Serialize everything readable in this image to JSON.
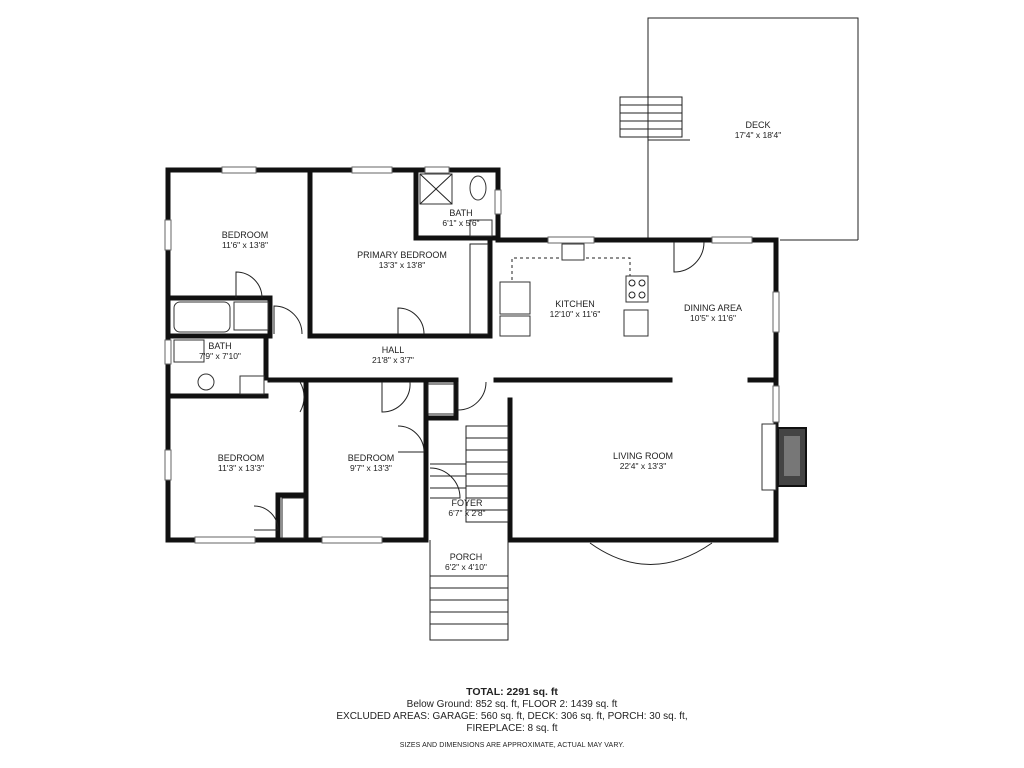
{
  "rooms": {
    "deck": {
      "label": "DECK",
      "dims": "17'4\" x 18'4\""
    },
    "bath_upper": {
      "label": "BATH",
      "dims": "6'1\" x 5'6\""
    },
    "bedroom_nw": {
      "label": "BEDROOM",
      "dims": "11'6\" x 13'8\""
    },
    "primary_bedroom": {
      "label": "PRIMARY BEDROOM",
      "dims": "13'3\" x 13'8\""
    },
    "kitchen": {
      "label": "KITCHEN",
      "dims": "12'10\" x 11'6\""
    },
    "dining_area": {
      "label": "DINING AREA",
      "dims": "10'5\" x 11'6\""
    },
    "bath_west": {
      "label": "BATH",
      "dims": "7'9\" x 7'10\""
    },
    "hall": {
      "label": "HALL",
      "dims": "21'8\" x 3'7\""
    },
    "bedroom_sw": {
      "label": "BEDROOM",
      "dims": "11'3\" x 13'3\""
    },
    "bedroom_s": {
      "label": "BEDROOM",
      "dims": "9'7\" x 13'3\""
    },
    "living_room": {
      "label": "LIVING ROOM",
      "dims": "22'4\" x 13'3\""
    },
    "foyer": {
      "label": "FOYER",
      "dims": "6'7\" x 2'8\""
    },
    "porch": {
      "label": "PORCH",
      "dims": "6'2\" x 4'10\""
    }
  },
  "summary": {
    "total": "TOTAL: 2291 sq. ft",
    "below": "Below Ground: 852 sq. ft, FLOOR 2: 1439 sq. ft",
    "excluded": "EXCLUDED AREAS: GARAGE: 560 sq. ft, DECK: 306 sq. ft, PORCH: 30 sq. ft,",
    "fireplace": "FIREPLACE: 8 sq. ft",
    "disclaimer": "SIZES AND DIMENSIONS ARE APPROXIMATE, ACTUAL MAY VARY."
  }
}
